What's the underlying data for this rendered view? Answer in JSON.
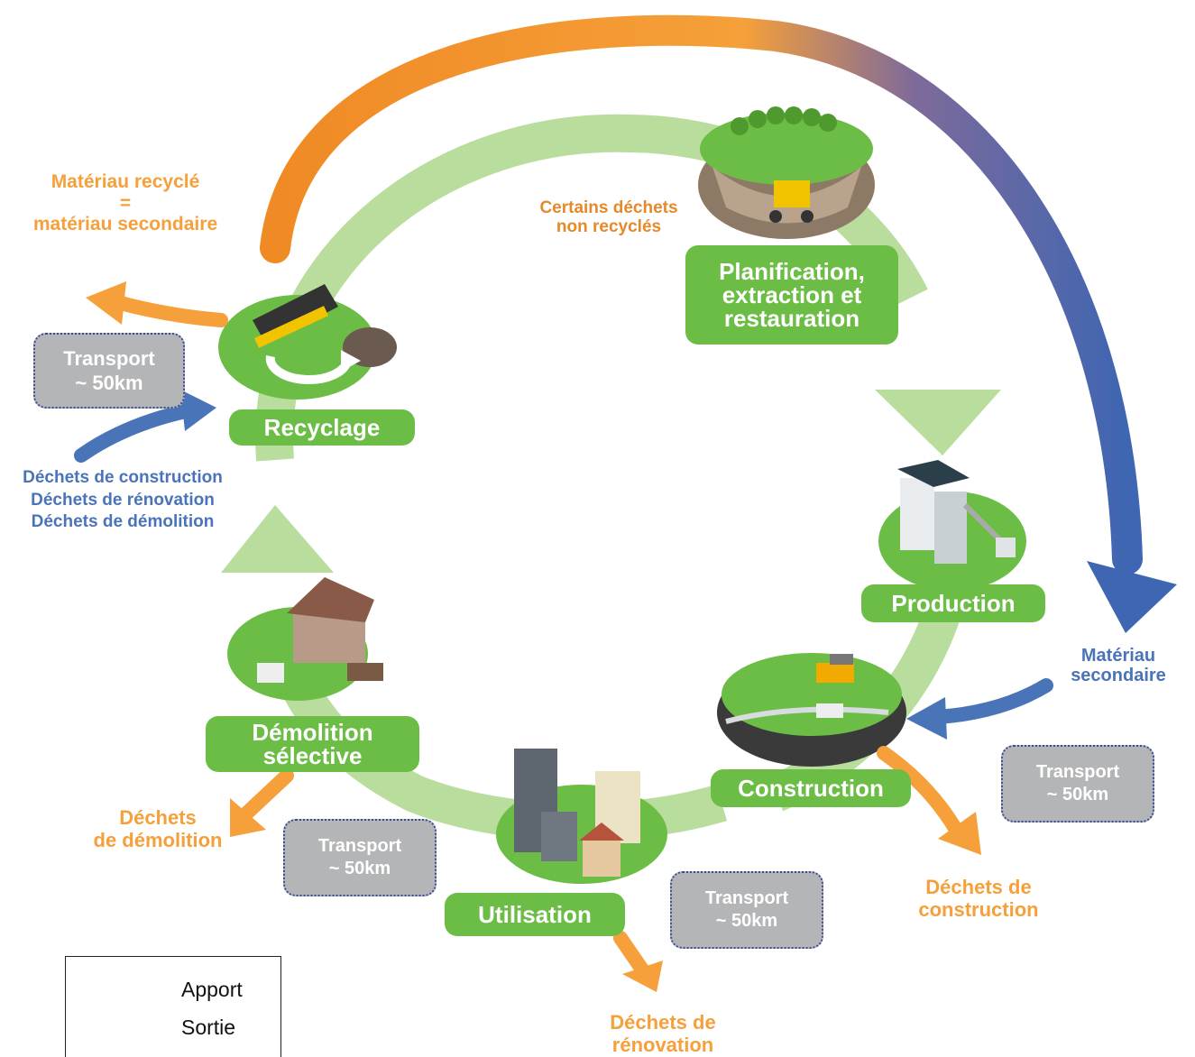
{
  "stages": {
    "planification": [
      "Planification,",
      "extraction et",
      "restauration"
    ],
    "production": "Production",
    "construction": "Construction",
    "utilisation": "Utilisation",
    "demolition": [
      "Démolition",
      "sélective"
    ],
    "recyclage": "Recyclage"
  },
  "labels": {
    "materiau_recycle": [
      "Matériau recyclé",
      "=",
      "matériau secondaire"
    ],
    "certains_dechets": [
      "Certains déchets",
      "non recyclés"
    ],
    "materiau_secondaire": [
      "Matériau",
      "secondaire"
    ],
    "dechets_input": [
      "Déchets de construction",
      "Déchets de rénovation",
      "Déchets de démolition"
    ],
    "dechets_demolition": [
      "Déchets",
      "de démolition"
    ],
    "dechets_construction": [
      "Déchets de",
      "construction"
    ],
    "dechets_renovation": [
      "Déchets de",
      "rénovation"
    ]
  },
  "transport": {
    "label": "Transport",
    "distance": "~ 50km"
  },
  "legend": {
    "apport": "Apport",
    "sortie": "Sortie"
  },
  "colors": {
    "stage_green": "#6cbd45",
    "cycle_light_green": "#b9dd9c",
    "orange": "#f5a03a",
    "blue": "#4a74b8",
    "transport_gray": "#b4b5b7"
  }
}
